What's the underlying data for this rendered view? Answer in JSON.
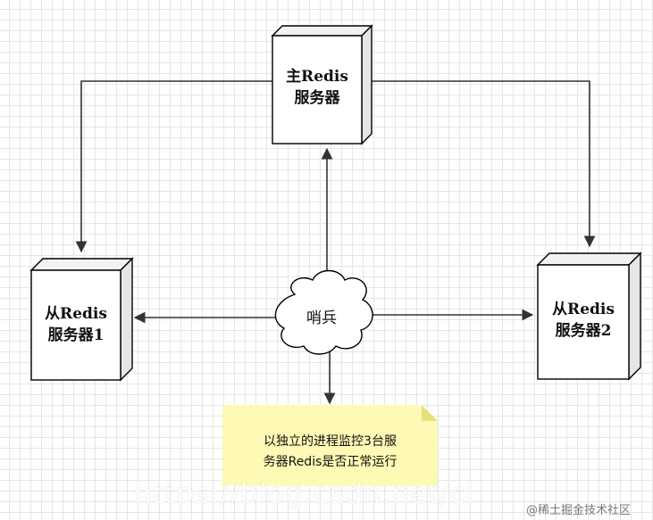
{
  "nodes": {
    "master": {
      "line1": "主Redis",
      "line2": "服务器"
    },
    "slave1": {
      "line1": "从Redis",
      "line2": "服务器1"
    },
    "slave2": {
      "line1": "从Redis",
      "line2": "服务器2"
    },
    "sentinel": {
      "label": "哨兵"
    },
    "note": {
      "line1": "以独立的进程监控3台服",
      "line2": "务器Redis是否正常运行"
    }
  },
  "watermark": {
    "text": "https://blog.csdn.net/cl"
  },
  "credit": {
    "text": "@稀土掘金技术社区"
  },
  "colors": {
    "box_fill": "#ffffff",
    "box_side": "#e8e8e8",
    "box_stroke": "#000000",
    "note_fill": "#fef9b5",
    "line": "#333333"
  }
}
